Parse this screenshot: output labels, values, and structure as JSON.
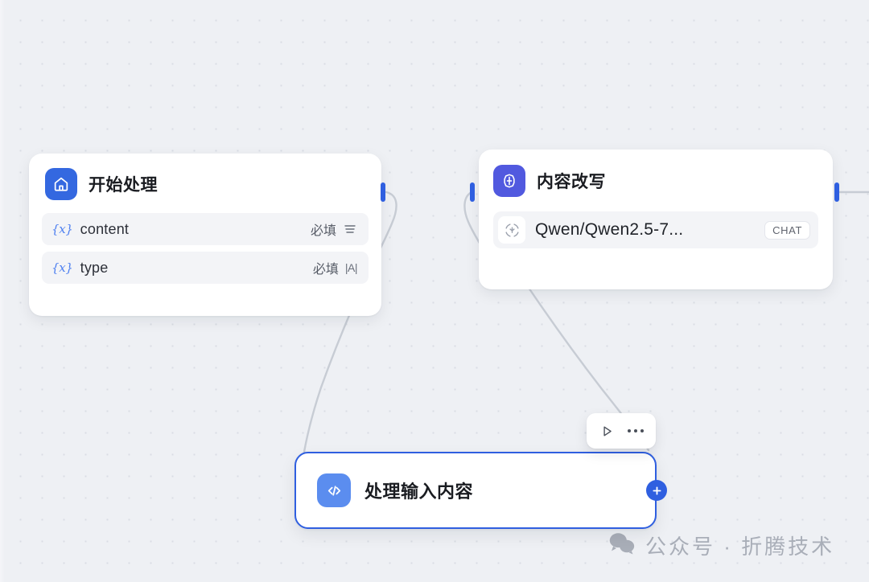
{
  "canvas": {
    "background_color": "#eef0f4",
    "dot_color": "#d9dde4",
    "accent_color": "#2f5fe0"
  },
  "nodes": [
    {
      "id": "start",
      "title": "开始处理",
      "icon": "home-icon",
      "icon_bg": "#3468e0",
      "variables": [
        {
          "prefix": "{x}",
          "name": "content",
          "required_label": "必填",
          "type_icon": "paragraph-icon"
        },
        {
          "prefix": "{x}",
          "name": "type",
          "required_label": "必填",
          "type_glyph": "|A|",
          "type_icon": "text-icon"
        }
      ]
    },
    {
      "id": "llm",
      "title": "内容改写",
      "icon": "llm-brain-icon",
      "icon_bg": "#5159df",
      "model": {
        "avatar_icon": "model-provider-icon",
        "name": "Qwen/Qwen2.5-7...",
        "badge": "CHAT"
      }
    },
    {
      "id": "code",
      "title": "处理输入内容",
      "icon": "code-icon",
      "icon_bg": "#5b8def",
      "selected": true,
      "add_button_label": "+"
    }
  ],
  "toolbar": {
    "run_label": "run-node",
    "more_label": "more-options"
  },
  "watermark": {
    "icon": "wechat-icon",
    "text": "公众号 · 折腾技术"
  }
}
